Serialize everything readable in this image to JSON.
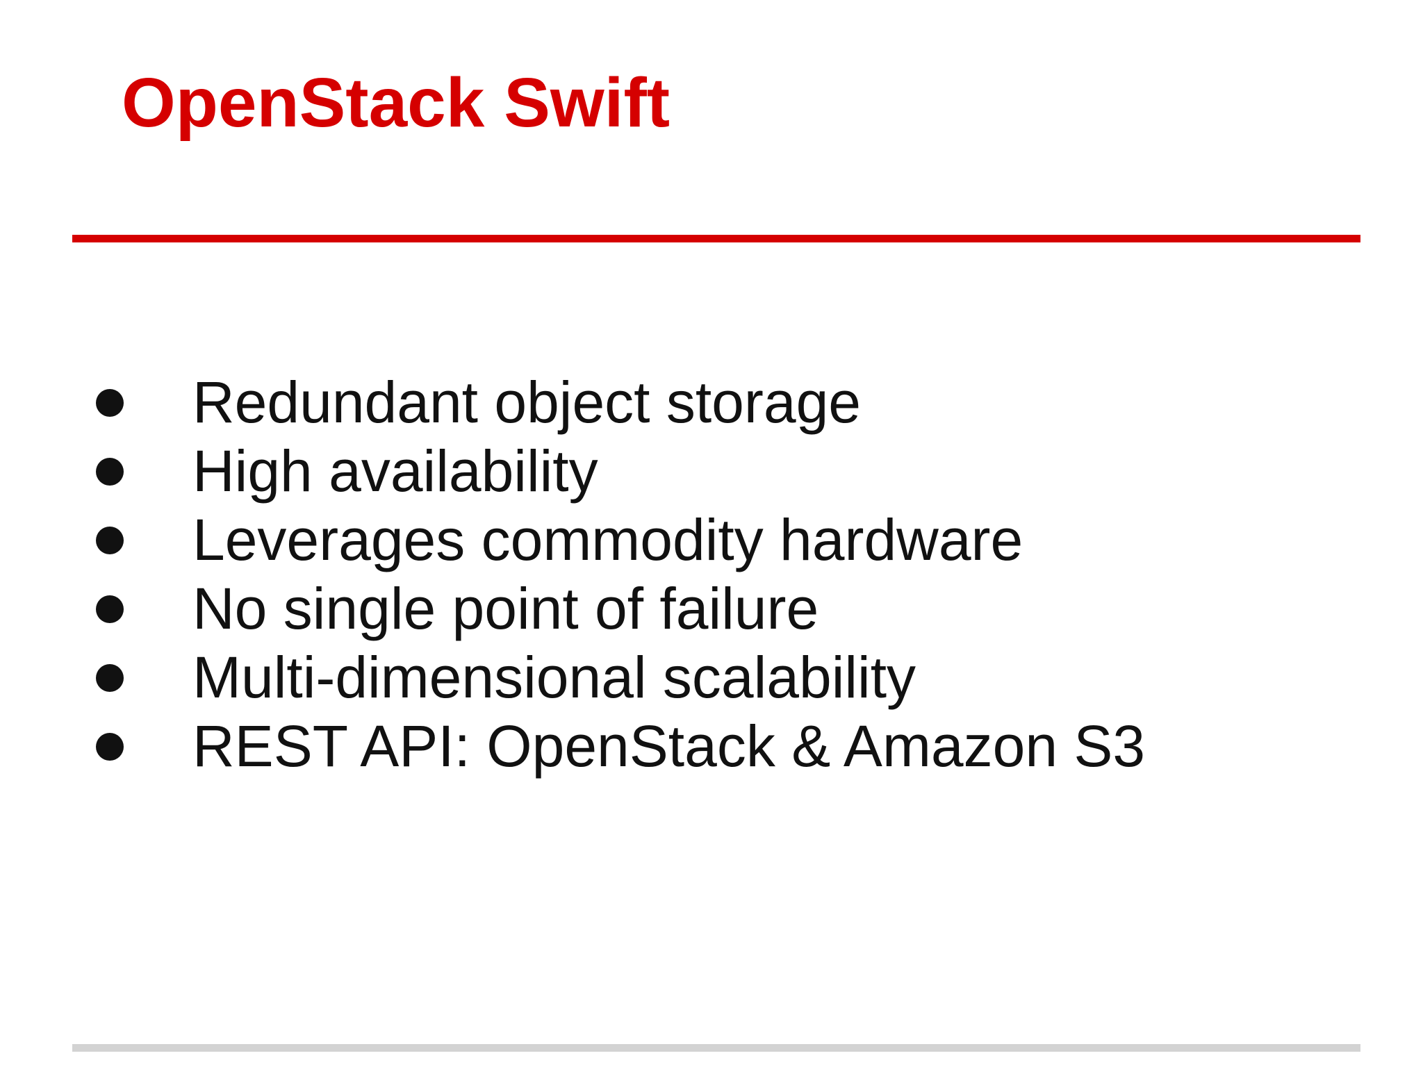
{
  "slide": {
    "title": "OpenStack Swift",
    "bullets": [
      "Redundant object storage",
      "High availability",
      "Leverages commodity hardware",
      "No single point of failure",
      "Multi-dimensional scalability",
      "REST API: OpenStack & Amazon S3"
    ]
  },
  "colors": {
    "title": "#d50000",
    "top_rule": "#d50000",
    "bottom_rule": "#d3d3d3",
    "text": "#111111",
    "background": "#ffffff"
  }
}
